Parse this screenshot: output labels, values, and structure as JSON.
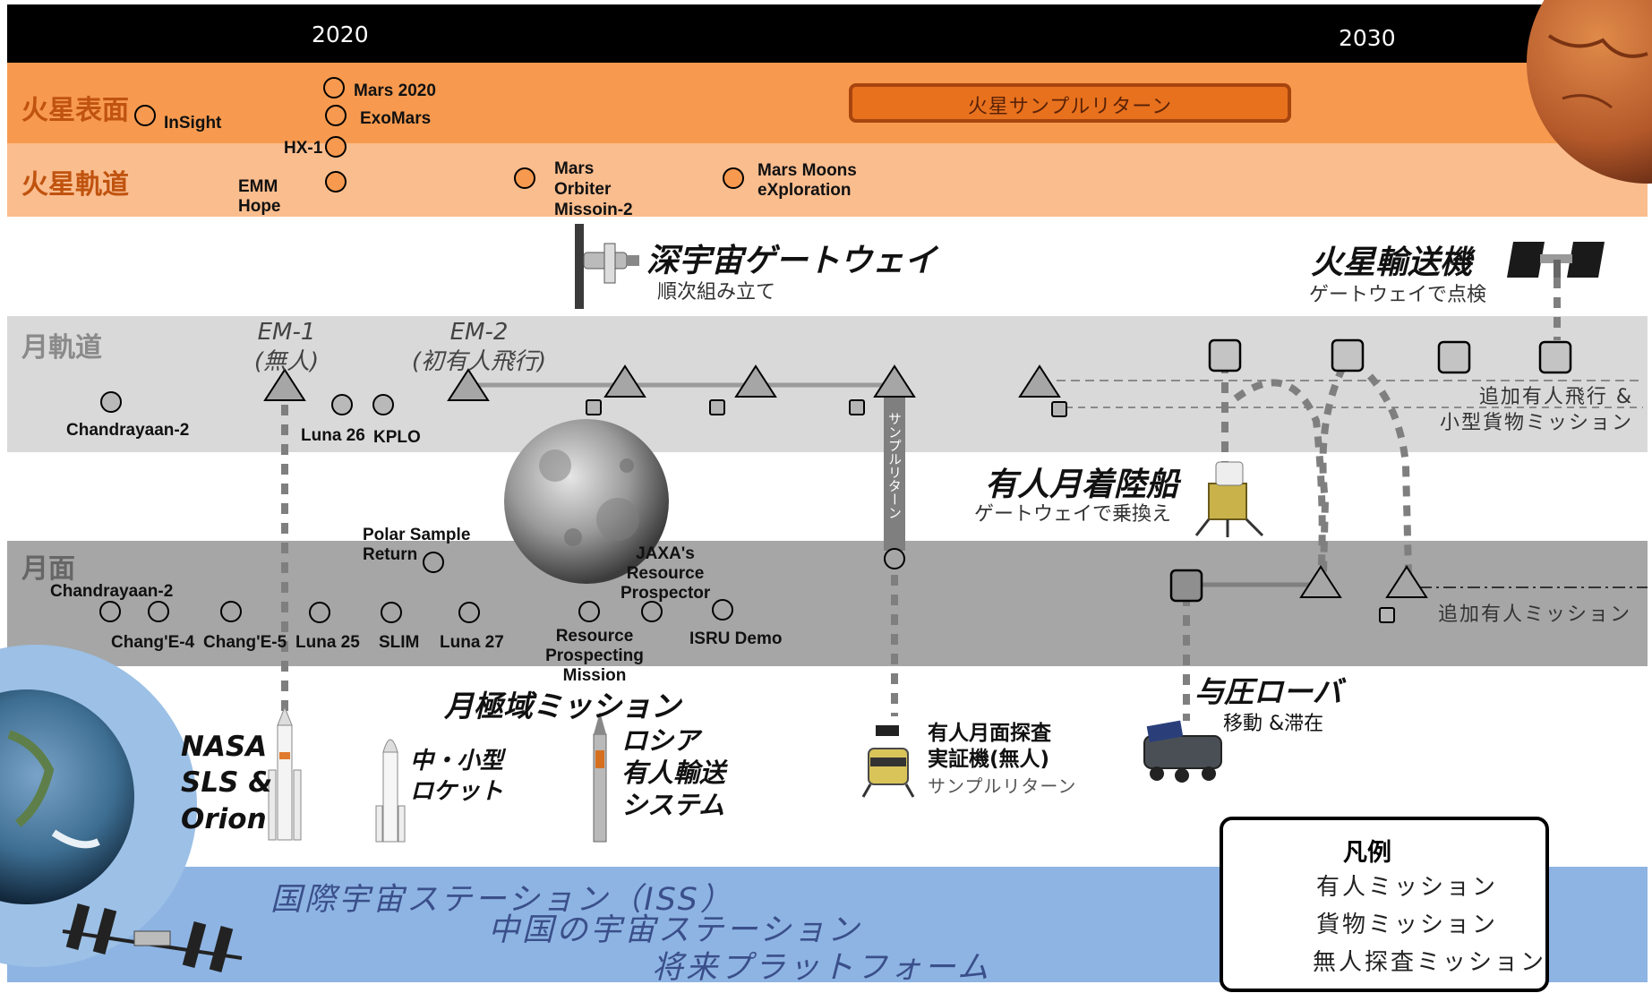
{
  "timeline": {
    "year_2020": "2020",
    "year_2030": "2030"
  },
  "bands": {
    "mars_surface": "火星表面",
    "mars_orbit": "火星軌道",
    "lunar_orbit": "月軌道",
    "lunar_surface": "月面"
  },
  "mars_surface_missions": {
    "insight": "InSight",
    "mars2020": "Mars 2020",
    "exomars": "ExoMars",
    "hx1": "HX-1",
    "sample_return": "火星サンプルリターン"
  },
  "mars_orbit_missions": {
    "emm": "EMM\nHope",
    "mom2": "Mars\nOrbiter\nMissoin-2",
    "mmx": "Mars Moons\neXploration"
  },
  "gateway": {
    "title": "深宇宙ゲートウェイ",
    "subtitle": "順次組み立て"
  },
  "mars_transport": {
    "title": "火星輸送機",
    "subtitle": "ゲートウェイで点検"
  },
  "lunar_orbit_missions": {
    "em1": "EM-1\n(無人)",
    "em2": "EM-2\n(初有人飛行)",
    "chandrayaan2": "Chandrayaan-2",
    "luna26": "Luna 26",
    "kplo": "KPLO",
    "additional_flights": "追加有人飛行 &\n小型貨物ミッション"
  },
  "sample_return_vertical": "サンプルリターン",
  "crewed_lander": {
    "title": "有人月着陸船",
    "subtitle": "ゲートウェイで乗換え"
  },
  "lunar_surface_missions": {
    "chandrayaan2": "Chandrayaan-2",
    "polar_sample_return": "Polar Sample\nReturn",
    "jaxa": "JAXA's\nResource\nProspector",
    "change4": "Chang'E-4",
    "change5": "Chang'E-5",
    "luna25": "Luna 25",
    "slim": "SLIM",
    "luna27": "Luna 27",
    "rpm": "Resource\nProspecting\nMission",
    "isru": "ISRU Demo",
    "additional_crewed": "追加有人ミッション"
  },
  "polar_missions": "月極域ミッション",
  "rover": {
    "title": "与圧ローバ",
    "subtitle": "移動 &滞在"
  },
  "rockets": {
    "nasa": "NASA\nSLS &\nOrion",
    "small_rocket": "中・小型\nロケット",
    "russia": "ロシア\n有人輸送\nシステム"
  },
  "demo_lander": {
    "title": "有人月面探査\n実証機(無人)",
    "subtitle": "サンプルリターン"
  },
  "stations": {
    "iss": "国際宇宙ステーション（ISS）",
    "china": "中国の宇宙ステーション",
    "future": "将来プラットフォーム"
  },
  "legend": {
    "title": "凡例",
    "crewed": "有人ミッション",
    "cargo": "貨物ミッション",
    "robotic": "無人探査ミッション"
  },
  "colors": {
    "top_bar": "#000000",
    "mars_surface": "#f79a4f",
    "mars_orbit": "#fabd8e",
    "lunar_orbit": "#d9d9d9",
    "lunar_surface": "#a6a6a6",
    "iss_band": "#8eb4e3",
    "sample_return_box": "#e8711e"
  }
}
